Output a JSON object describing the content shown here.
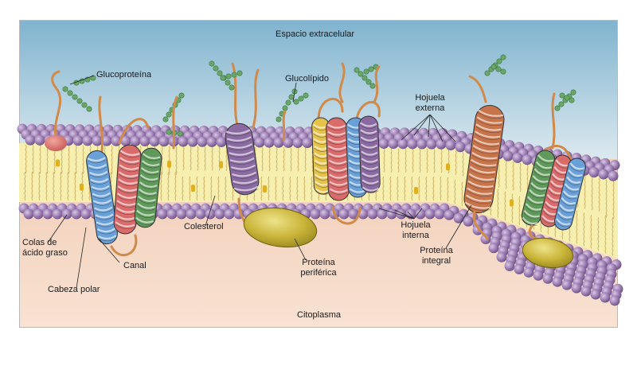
{
  "labels": {
    "extracellular": "Espacio extracelular",
    "glycoprotein": "Glucoproteína",
    "glycolipid": "Glucolípido",
    "outer_leaflet_1": "Hojuela",
    "outer_leaflet_2": "externa",
    "inner_leaflet_1": "Hojuela",
    "inner_leaflet_2": "interna",
    "fatty_acid_1": "Colas de",
    "fatty_acid_2": "ácido graso",
    "channel": "Canal",
    "polar_head": "Cabeza polar",
    "cholesterol": "Colesterol",
    "peripheral_1": "Proteína",
    "peripheral_2": "periférica",
    "integral_1": "Proteína",
    "integral_2": "integral",
    "cytoplasm": "Citoplasma"
  },
  "colors": {
    "extracellular_top": "#7fb3cf",
    "extracellular_bottom": "#dce9ef",
    "cytoplasm_top": "#f2cdb8",
    "cytoplasm_bottom": "#f8e2d2",
    "lipid_head": "#9a7bb0",
    "lipid_tail_band": "#f7efb0",
    "protein_red": "#d96b6b",
    "protein_blue": "#6aa0d8",
    "protein_green": "#5f9a5a",
    "protein_purple": "#8a6aa0",
    "protein_yellow": "#e5c24a",
    "protein_copper": "#c8744a",
    "peripheral_protein": "#c9b438",
    "sugar_chain": "#6aa66a",
    "stem": "#d08a4a"
  }
}
